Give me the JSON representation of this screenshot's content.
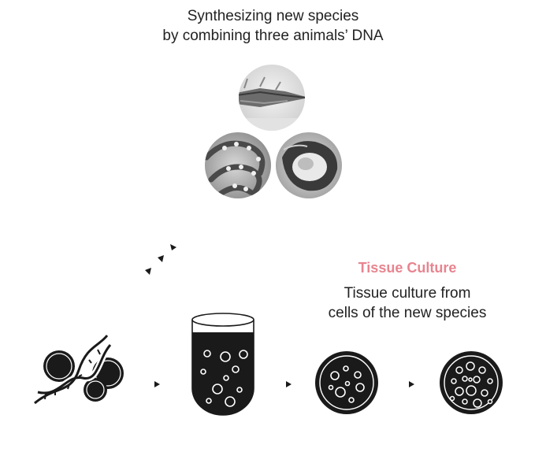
{
  "title": {
    "line1": "Synthesizing new species",
    "line2": "by combining three animals’ DNA"
  },
  "tissue_culture": {
    "heading": "Tissue Culture",
    "line1": "Tissue culture from",
    "line2": "cells of the new species"
  },
  "icons": [
    "squid-photo",
    "octopus-photo",
    "oyster-photo",
    "dna-cells-icon",
    "beaker-icon",
    "petri-dish-icon",
    "petri-dish-dense-icon",
    "arrow-icon"
  ],
  "colors": {
    "accent": "#e8848f",
    "ink": "#1a1a1a"
  }
}
